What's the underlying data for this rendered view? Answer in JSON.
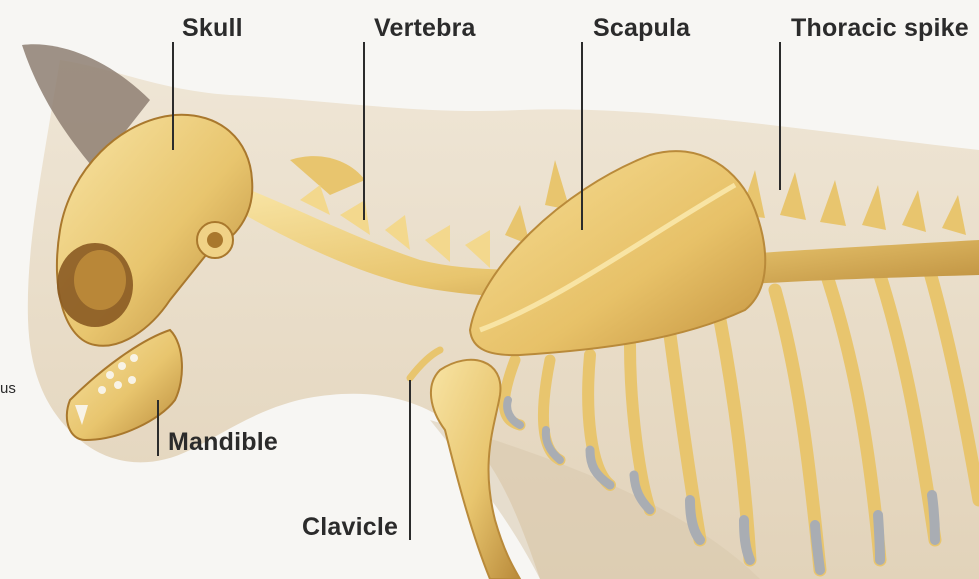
{
  "labels": {
    "skull": "Skull",
    "vertebra": "Vertebra",
    "scapula": "Scapula",
    "thoracic_spike": "Thoracic spike",
    "mandible": "Mandible",
    "clavicle": "Clavicle",
    "edge_fragment": "us"
  },
  "colors": {
    "background": "#f7f6f3",
    "body": "#ece2d1",
    "body_shadow": "#d8c8ad",
    "ear": "#8e7f72",
    "bone": "#e8c56e",
    "bone_dark": "#a9782d",
    "bone_light": "#f8e4a4",
    "cartilage": "#a9adb3",
    "leader_line": "#2b2b2b"
  }
}
